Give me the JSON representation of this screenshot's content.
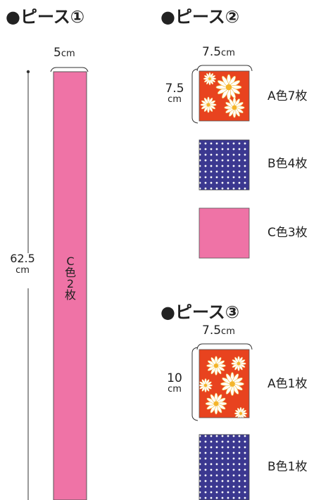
{
  "piece1": {
    "title": "●ピース①",
    "width_value": "5",
    "width_unit": "cm",
    "height_value": "62.5",
    "height_unit": "cm",
    "strip_label_chars": [
      "C",
      "色",
      "2",
      "枚"
    ],
    "strip_color": "#ef73a6"
  },
  "piece2": {
    "title": "●ピース②",
    "width_value": "7.5",
    "width_unit": "cm",
    "height_value": "7.5",
    "height_unit": "cm",
    "rows": [
      {
        "label": "A色7枚",
        "fabric": "flower-print"
      },
      {
        "label": "B色4枚",
        "fabric": "polka-dot-print"
      },
      {
        "label": "C色3枚",
        "fabric": "solid-pink"
      }
    ]
  },
  "piece3": {
    "title": "●ピース③",
    "width_value": "7.5",
    "width_unit": "cm",
    "height_value": "10",
    "height_unit": "cm",
    "rows": [
      {
        "label": "A色1枚",
        "fabric": "flower-print"
      },
      {
        "label": "B色1枚",
        "fabric": "polka-dot-print"
      }
    ]
  },
  "colors": {
    "fabric_a": "#e8431f",
    "fabric_b": "#3b3890",
    "fabric_c": "#ef73a6",
    "line": "#333333"
  }
}
